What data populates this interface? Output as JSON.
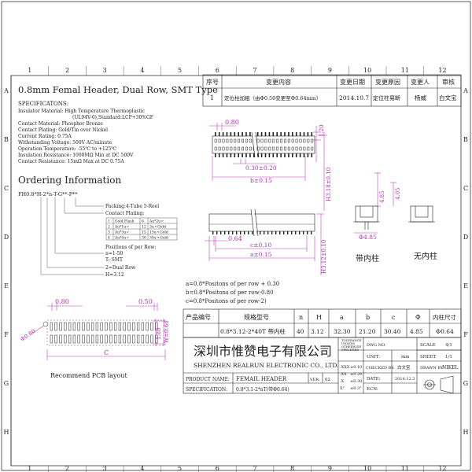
{
  "border": {
    "cols": [
      "1",
      "2",
      "3",
      "4",
      "5",
      "6",
      "7",
      "8",
      "9",
      "10",
      "11",
      "12"
    ],
    "rows": [
      "A",
      "B",
      "C",
      "D",
      "E",
      "F",
      "G",
      "H"
    ]
  },
  "title": "0.8mm Femal Header, Dual Row, SMT Type",
  "specs": {
    "heading": "SPECIFICATONS:",
    "lines": [
      "Insulator Material: High Temperature Thermoplastic",
      "(UL94V-0),Standard:LCP+30%GF",
      "Contact Material: Phosphor Bronze",
      "Contact Plating: Gold/Tin over Nickel",
      "Current Rating: 0.75A",
      "Withstanding Voltage: 500V AC/minute",
      "Operation Temperature: -55℃ to +125℃",
      "Insulation Resistance: 1000MΩ Min at DC 500V",
      "Contact Resistance: 15mΩ Max at DC 0.75A"
    ]
  },
  "ordering": {
    "heading": "Ordering Information",
    "code": "FH0.8*H-2*n-T-G**-P**",
    "packing": "Packing:4-Tube  5-Reel",
    "plating_heading": "Contact Plating:",
    "plating_rows": [
      [
        "1",
        "Gold Flash",
        "6",
        "Au*2u〃"
      ],
      [
        "2",
        "Au*1u〃",
        "12",
        "3u〃Gold"
      ],
      [
        "3",
        "Au*3u〃",
        "15",
        "15u〃Gold"
      ],
      [
        "4",
        "Au*5u〃",
        "30",
        "30u〃Gold"
      ]
    ],
    "positions": [
      "Positions of per Row:",
      "n=1-50",
      "T: SMT"
    ],
    "dual_row": "2=Dual Row",
    "height": "H=3.12"
  },
  "dims": {
    "pitch": "0.80",
    "h_120": "1.20",
    "d_030": "0.30±0.20",
    "b": "b±0.15",
    "h_318": "H3.18±0.10",
    "d_405": "4.05",
    "d_485": "4.85",
    "d_064": "0.64",
    "c": "c±0.10",
    "a": "a±0.15",
    "h_312": "H3.12±0.10",
    "phi": "Φ4.85"
  },
  "post_labels": {
    "with_post": "带内柱",
    "no_post": "无内柱"
  },
  "formulas": [
    "a=0.8*Positons of per row + 0.30",
    "b=0.8*Positons of per row-0.80",
    "c=0.8*Positons of per row-2)"
  ],
  "pcb": {
    "d_080": "0.80",
    "d_050": "0.50",
    "d_160": "1.80",
    "d_w060": "W=0.60",
    "d_phi": "Φ0.80",
    "c_label": "C",
    "caption": "Recommend PCB layout"
  },
  "revision": {
    "headers": [
      "序号",
      "变更内容",
      "变更日期",
      "变更原因",
      "变更人",
      "审核"
    ],
    "row": [
      "1",
      "定位柱加粗（由Φ0.50变更至Φ0.64mm）",
      "2014.10.7",
      "定位柱易断",
      "杨威",
      "白文宝"
    ]
  },
  "part_table": {
    "headers": [
      "产品编号",
      "规格型号",
      "n",
      "H",
      "a",
      "b",
      "c",
      "Ф",
      "内柱尺寸"
    ],
    "row": [
      "",
      "0.8*3.12-2*40T 带内柱",
      "40",
      "3.12",
      "32.30",
      "21.20",
      "30.40",
      "4.85",
      "Φ0.64"
    ]
  },
  "company": {
    "cn": "深圳市惟赞电子有限公司",
    "en": "SHENZHEN REALRUN ELECTRONIC CO., LTD.",
    "tol_lines": [
      "TOLERANCE",
      "UNLESS",
      "OTHERWISE",
      "SPECIFIED"
    ],
    "dwg_no_label": "DWG NO.",
    "scale_label": "SCALE",
    "scale_value": "4/1",
    "unit_label": "UNIT:",
    "unit_value": "mm",
    "sheet_label": "SHEET",
    "sheet_value": "1/1",
    "tol_rows": [
      [
        ".XXX",
        "±0.10"
      ],
      [
        ".XX",
        "±0.20"
      ],
      [
        ".X",
        "±0.30"
      ],
      [
        "X°",
        "±0.3°"
      ]
    ],
    "checked_label": "CHECKED BY:",
    "checked_value": "白文宝",
    "drawn_label": "DRAWN BY:",
    "drawn_value": "NIKEL",
    "date_label": "DATE:",
    "date_value": "2014.12.3",
    "ecn_label": "ECN:",
    "ver_label": "VER:",
    "ver_value": "02",
    "product_label": "PRODUCT NAME:",
    "product_value": "FEMAIL HEADER",
    "spec_label": "SPECIFICATION:",
    "spec_value": "0.8*3.1-2*nT(带Φ0.64)"
  }
}
